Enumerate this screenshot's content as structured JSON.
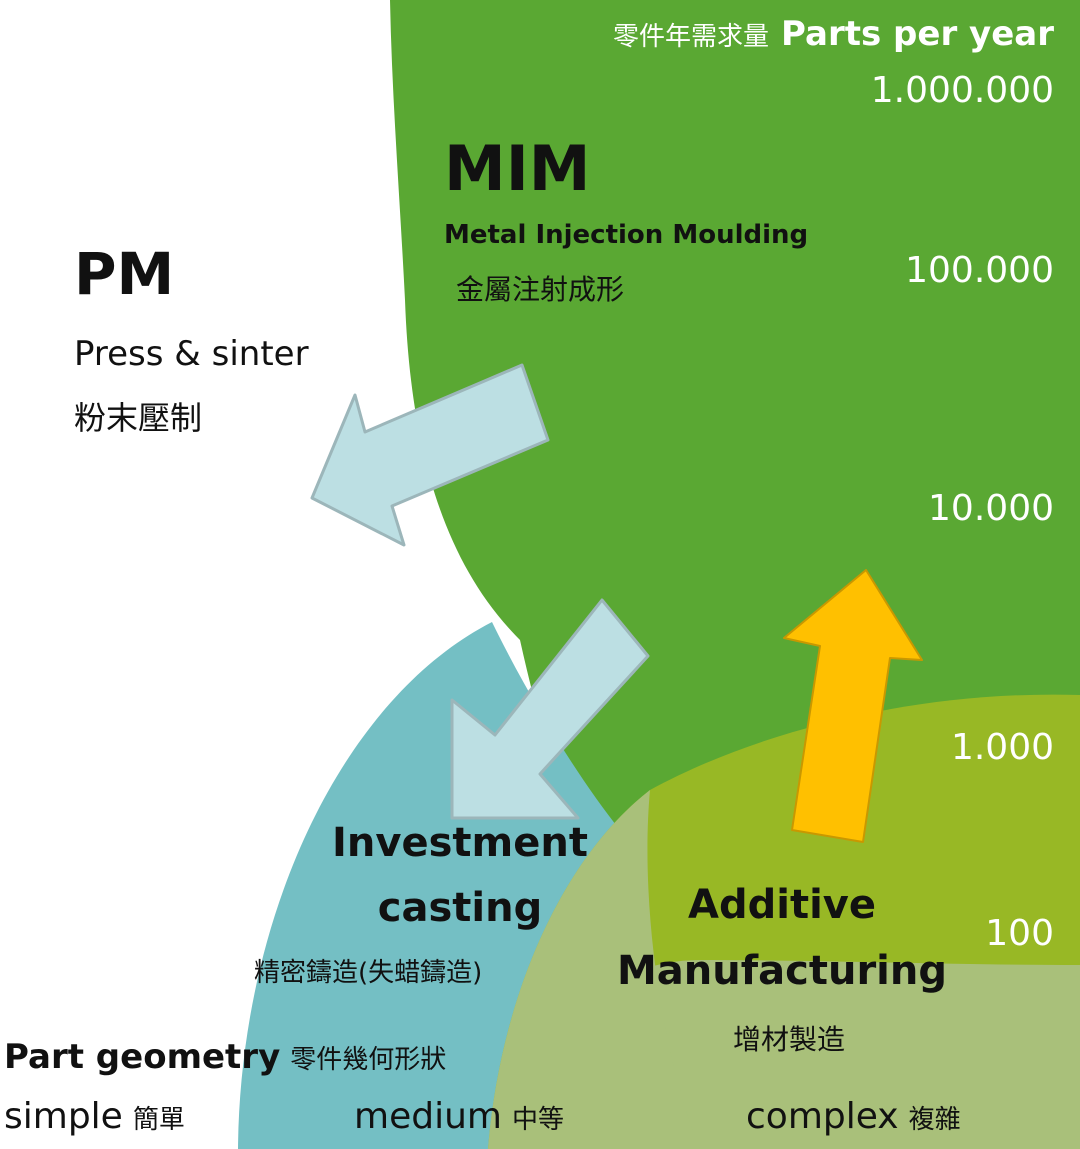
{
  "colors": {
    "mim_green": "#5aa833",
    "am_olive": "#98b825",
    "ic_teal": "#74bfc4",
    "overlap_sage": "#a9c07a",
    "arrow_blue": "#bcdfe3",
    "arrow_orange": "#ffc000"
  },
  "axis_y": {
    "title_zh": "零件年需求量",
    "title_en": "Parts per year",
    "ticks": [
      "1.000.000",
      "100.000",
      "10.000",
      "1.000",
      "100"
    ]
  },
  "axis_x": {
    "title_en": "Part geometry",
    "title_zh": "零件幾何形狀",
    "levels": [
      {
        "en": "simple",
        "zh": "簡單"
      },
      {
        "en": "medium",
        "zh": "中等"
      },
      {
        "en": "complex",
        "zh": "複雜"
      }
    ]
  },
  "regions": {
    "mim": {
      "title": "MIM",
      "subtitle": "Metal Injection Moulding",
      "zh": "金屬注射成形"
    },
    "pm": {
      "title": "PM",
      "subtitle": "Press & sinter",
      "zh": "粉末壓制"
    },
    "ic": {
      "line1": "Investment",
      "line2": "casting",
      "zh": "精密鑄造(失蜡鑄造)"
    },
    "am": {
      "line1": "Additive",
      "line2": "Manufacturing",
      "zh": "增材製造"
    }
  },
  "arrows": [
    {
      "from": "MIM",
      "to": "PM",
      "icon": "arrow-left-icon"
    },
    {
      "from": "MIM",
      "to": "Investment casting",
      "icon": "arrow-down-left-icon"
    },
    {
      "from": "Additive Manufacturing",
      "to": "MIM",
      "icon": "arrow-up-icon"
    }
  ]
}
